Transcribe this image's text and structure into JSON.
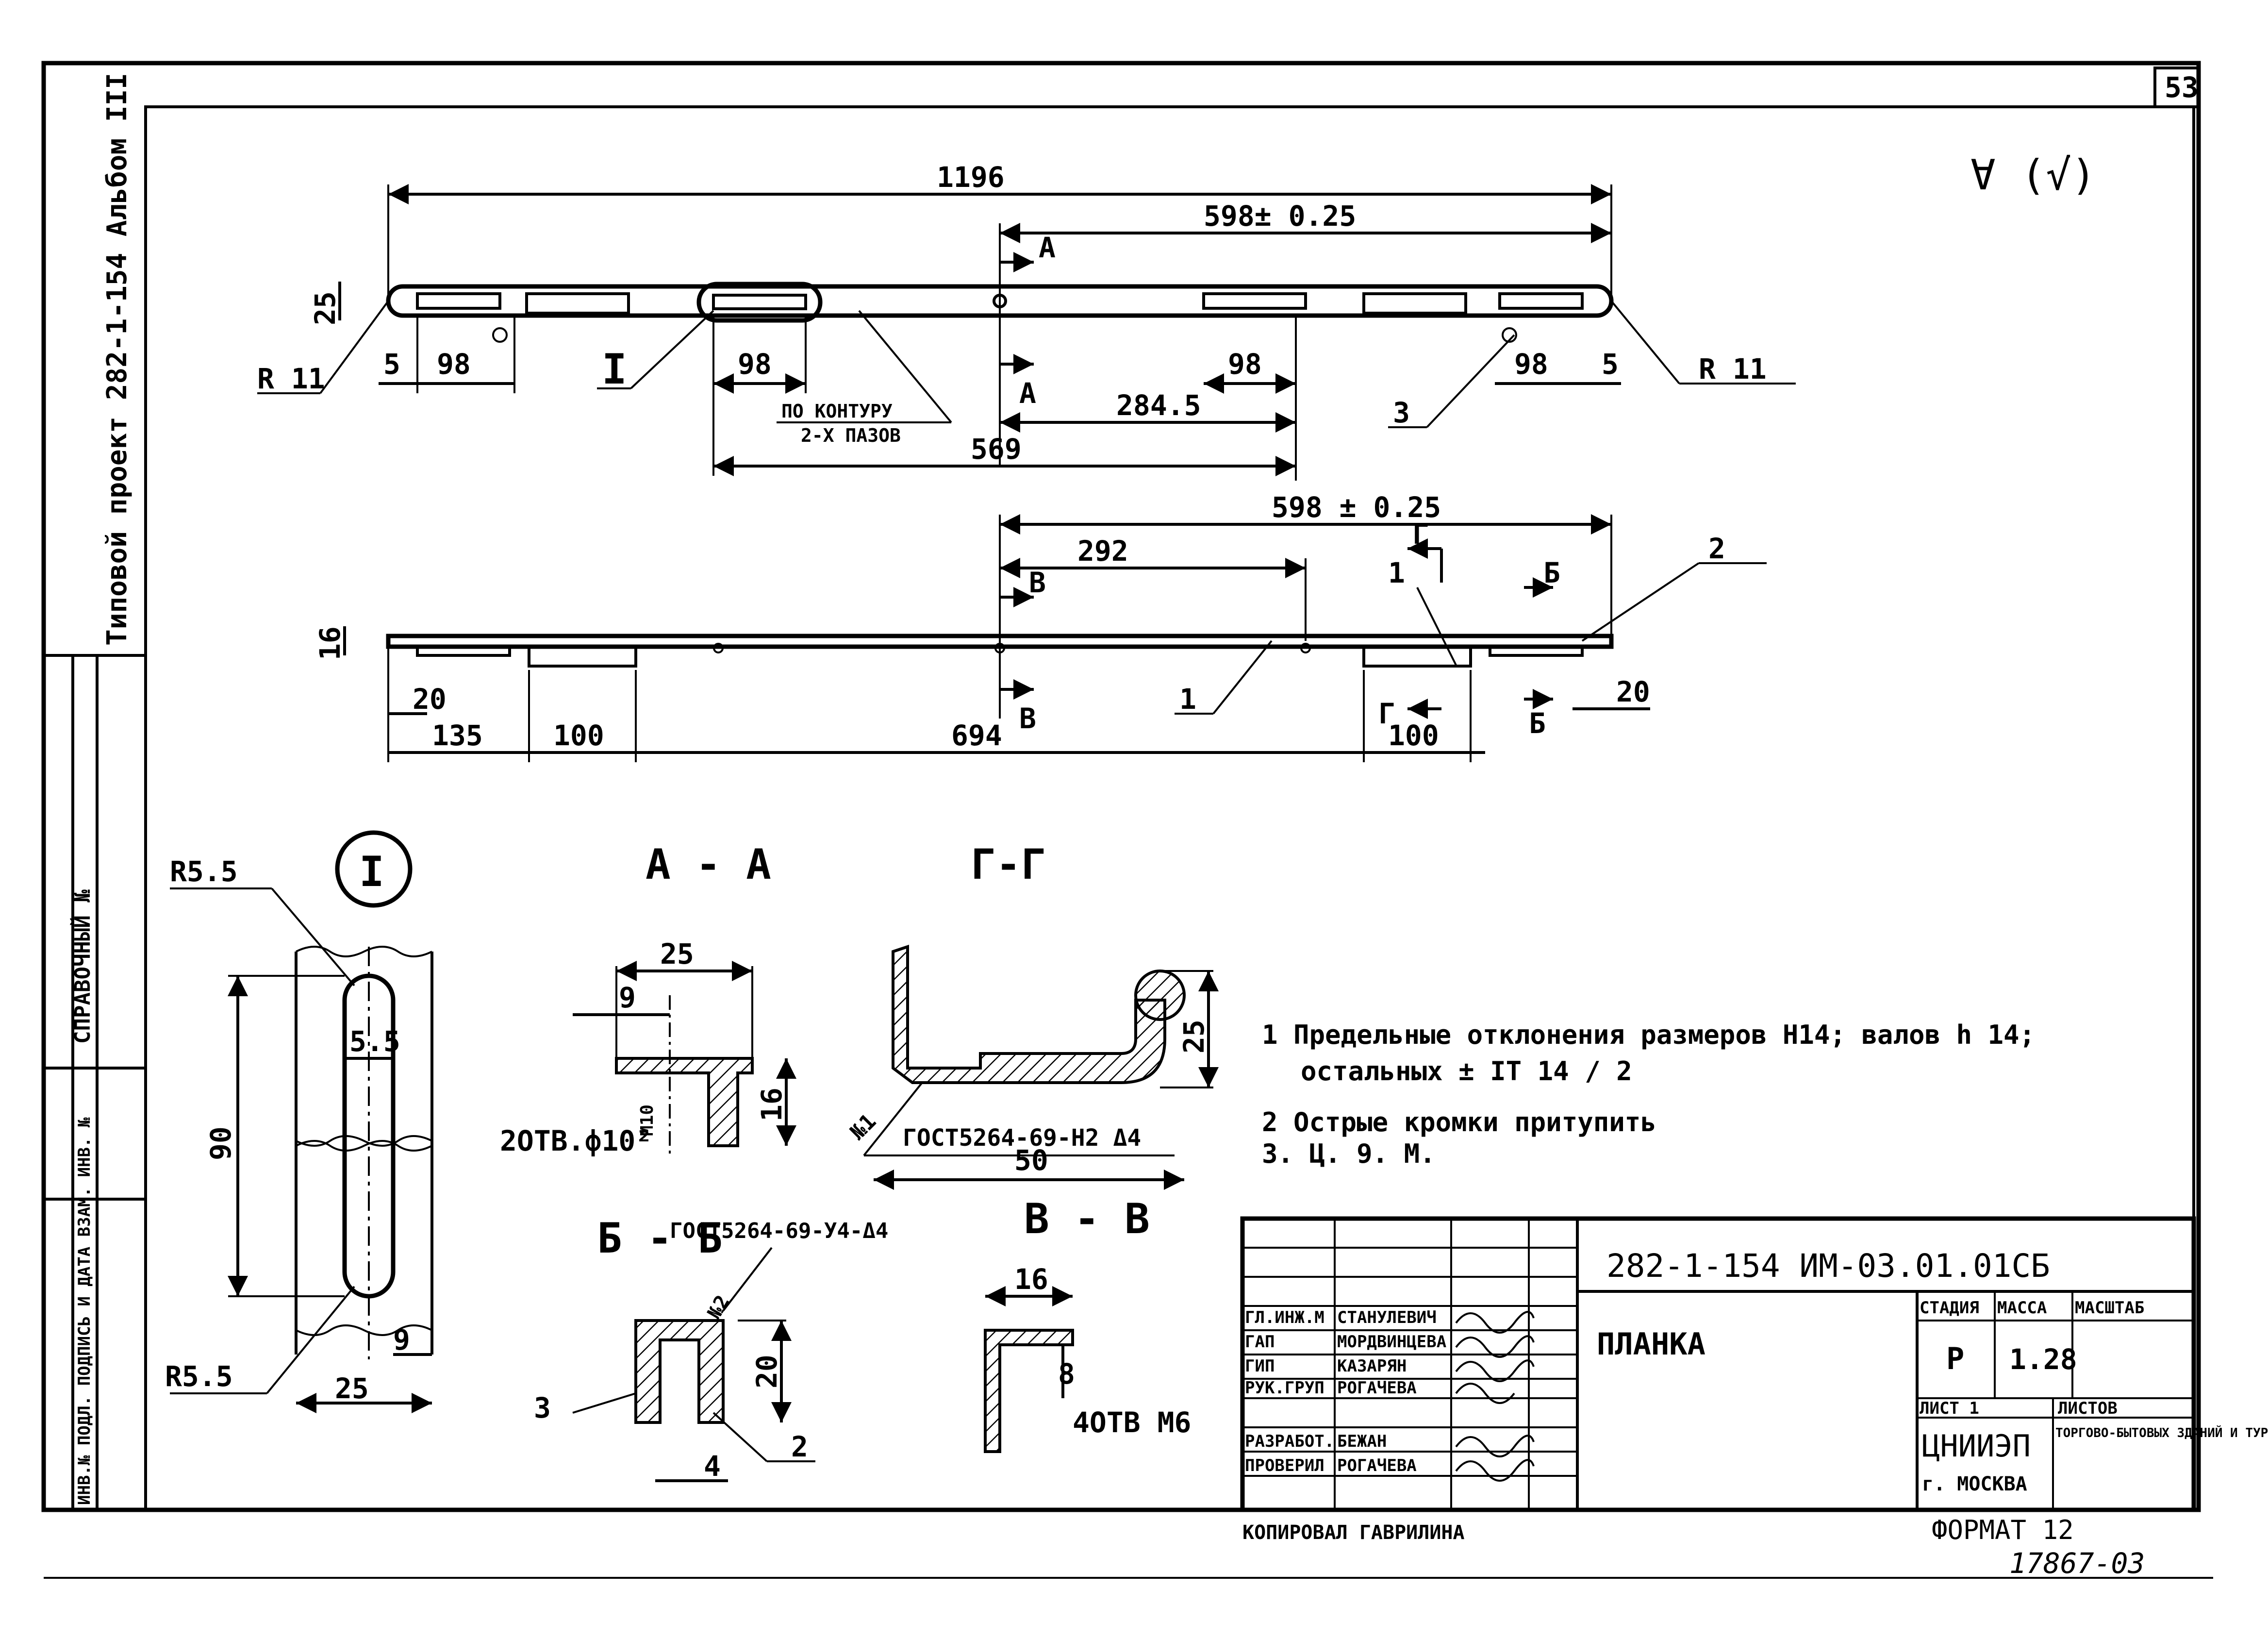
{
  "sheet": {
    "sheet_number": "53",
    "roughness_mark": "∀ (√)",
    "side_title": "Типовой проект 282-1-154 Альбом III",
    "side_ref_label": "СПРАВОЧНЫЙ №",
    "side_inv_label": "ИНВ.№ ПОДЛ. ПОДПИСЬ И ДАТА  ВЗАМ. ИНВ. №",
    "copied_by": "КОПИРОВАЛ ГАВРИЛИНА",
    "format": "ФОРМАТ 12",
    "archive_number": "17867-03"
  },
  "top_view": {
    "dims": {
      "overall": "1196",
      "half": "598± 0.25",
      "height": "25",
      "left_edge": "5",
      "left_slot": "98",
      "mid_slot_left": "98",
      "contour_note_1": "ПО КОНТУРУ",
      "contour_note_2": "2-Х ПАЗОВ",
      "center_to_slot": "284.5",
      "right_mid_slot": "98",
      "right_slot": "98",
      "right_edge": "5",
      "span_569": "569",
      "radius_left": "R 11",
      "radius_right": "R 11"
    },
    "labels": {
      "detail_callout": "I",
      "section_a_top": "A",
      "section_a_bottom": "A",
      "part_3": "3"
    }
  },
  "front_view": {
    "dims": {
      "half": "598 ± 0.25",
      "d292": "292",
      "height": "16",
      "d20_left": "20",
      "d135": "135",
      "d100_left": "100",
      "d694": "694",
      "d100_right": "100",
      "d20_right": "20"
    },
    "labels": {
      "sec_v_top": "В",
      "sec_v_bottom": "В",
      "sec_g_top": "Г",
      "sec_g_bottom": "Г",
      "sec_b_top": "Б",
      "sec_b_bottom": "Б",
      "part_1_top": "1",
      "part_1": "1",
      "part_2": "2"
    }
  },
  "detail_I": {
    "title": "I",
    "r_top": "R5.5",
    "r_bottom": "R5.5",
    "width_slot": "5.5",
    "length": "90",
    "edge": "9",
    "width": "25"
  },
  "section_AA": {
    "title": "A - A",
    "w25": "25",
    "w9": "9",
    "h16": "16",
    "holes": "2ОТВ.ф10²",
    "m10": "М10"
  },
  "section_GG": {
    "title": "Г-Г",
    "h25": "25",
    "w50": "50",
    "weld": "ГОСТ5264-69-Н2 Δ4",
    "weld_num": "№1"
  },
  "section_BB": {
    "title": "Б - Б",
    "weld": "ГОСТ5264-69-У4-Δ4",
    "weld_num": "№2",
    "h20": "20",
    "w4": "4",
    "part_3": "3",
    "part_2": "2"
  },
  "section_VV": {
    "title": "В - В",
    "w16": "16",
    "h8": "8",
    "holes": "4ОТВ М6"
  },
  "notes": [
    "1 Предельные отклонения размеров Н14; валов h 14;",
    "остальных ± IT 14 / 2",
    "2 Острые кромки притупить",
    "3. Ц. 9. М."
  ],
  "title_block": {
    "doc_code": "282-1-154 ИМ-03.01.01СБ",
    "name": "ПЛАНКА",
    "col_stage": "СТАДИЯ",
    "col_mass": "МАССА",
    "col_scale": "МАСШТАБ",
    "stage": "Р",
    "mass": "1.28",
    "sheet_label": "ЛИСТ 1",
    "sheets_label": "ЛИСТОВ",
    "org": "ЦНИИЭП",
    "city": "г. МОСКВА",
    "org_desc": "ТОРГОВО-БЫТОВЫХ ЗДАНИЙ И ТУРИСТСКИХ КОМПЛЕКСОВ",
    "rows": [
      {
        "role": "ГЛ.ИНЖ.М",
        "name": "СТАНУЛЕВИЧ"
      },
      {
        "role": "ГАП",
        "name": "МОРДВИНЦЕВА"
      },
      {
        "role": "ГИП",
        "name": "КАЗАРЯН"
      },
      {
        "role": "РУК.ГРУП",
        "name": "РОГАЧЕВА"
      },
      {
        "role": "РАЗРАБОТ.",
        "name": "БЕЖАН"
      },
      {
        "role": "ПРОВЕРИЛ",
        "name": "РОГАЧЕВА"
      }
    ]
  }
}
